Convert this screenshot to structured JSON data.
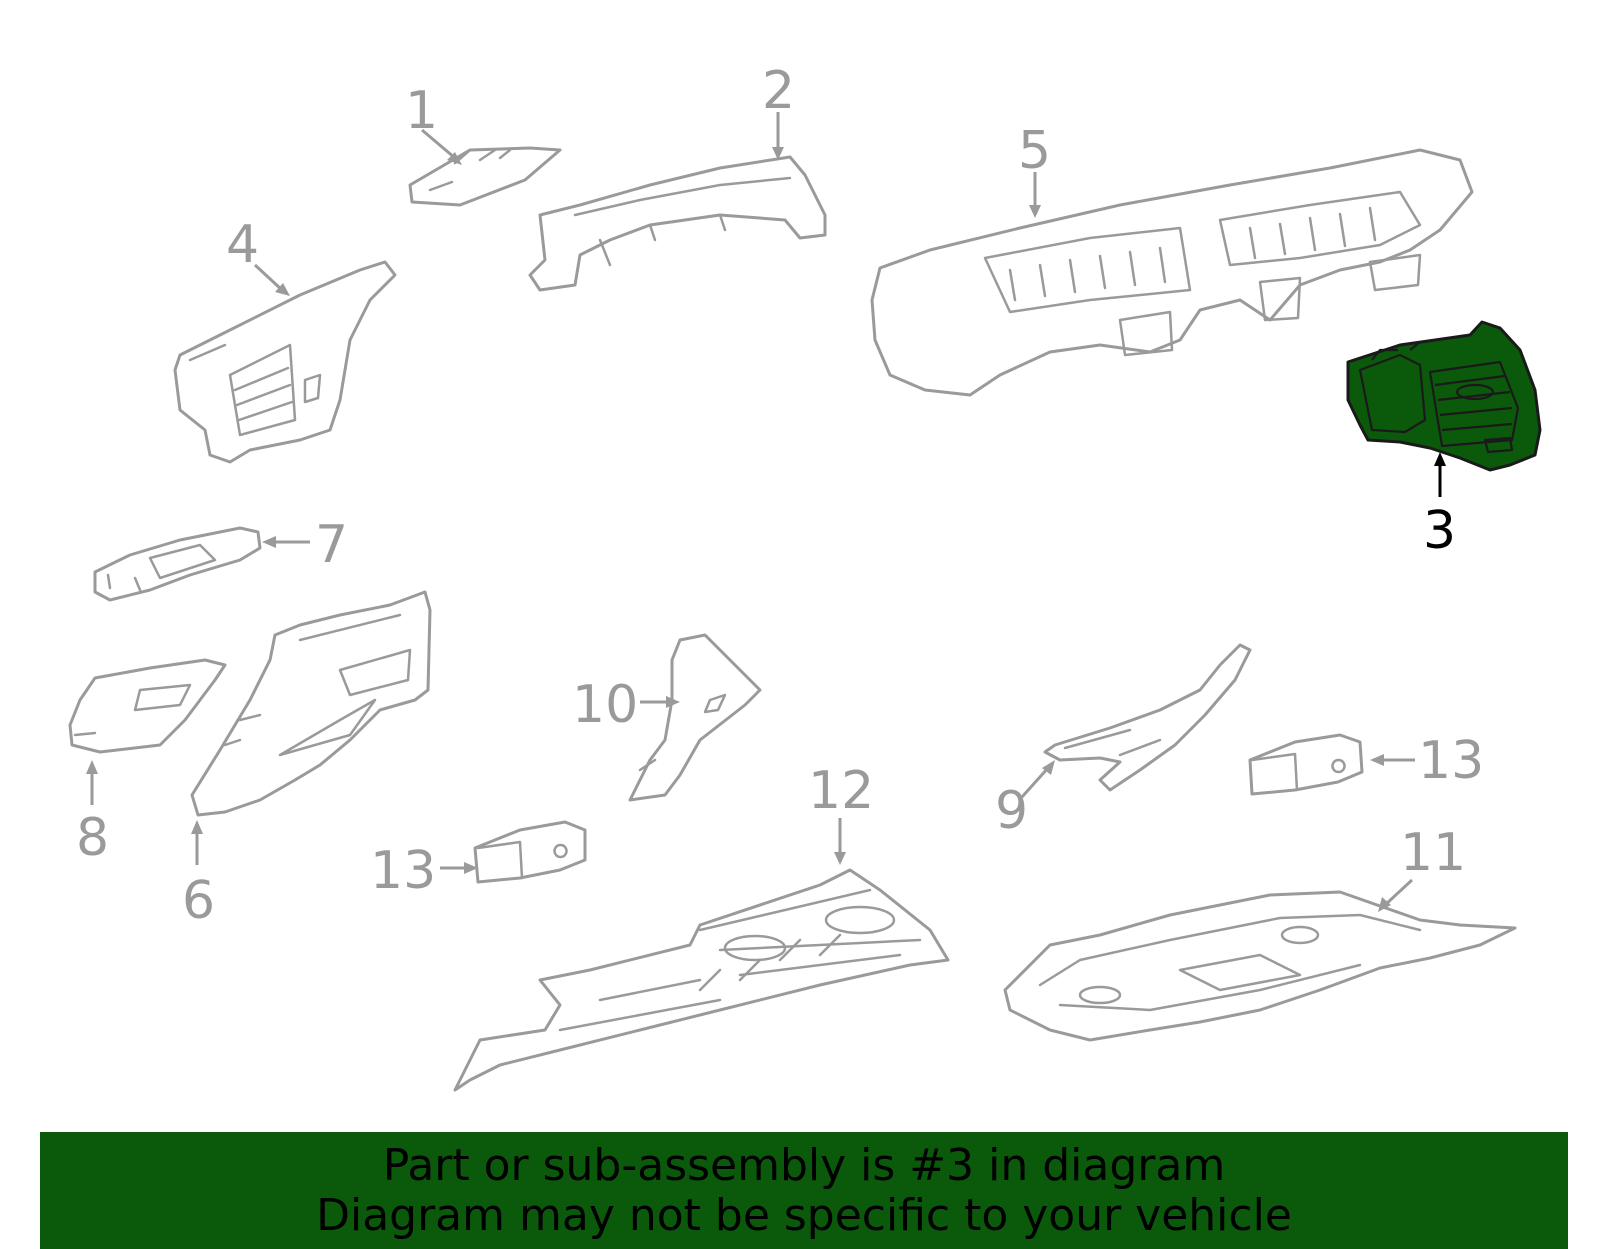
{
  "diagram": {
    "callouts": [
      {
        "id": "1",
        "label": "1",
        "highlight": false
      },
      {
        "id": "2",
        "label": "2",
        "highlight": false
      },
      {
        "id": "3",
        "label": "3",
        "highlight": true
      },
      {
        "id": "4",
        "label": "4",
        "highlight": false
      },
      {
        "id": "5",
        "label": "5",
        "highlight": false
      },
      {
        "id": "6",
        "label": "6",
        "highlight": false
      },
      {
        "id": "7",
        "label": "7",
        "highlight": false
      },
      {
        "id": "8",
        "label": "8",
        "highlight": false
      },
      {
        "id": "9",
        "label": "9",
        "highlight": false
      },
      {
        "id": "10",
        "label": "10",
        "highlight": false
      },
      {
        "id": "11",
        "label": "11",
        "highlight": false
      },
      {
        "id": "12",
        "label": "12",
        "highlight": false
      },
      {
        "id": "13a",
        "label": "13",
        "highlight": false
      },
      {
        "id": "13b",
        "label": "13",
        "highlight": false
      }
    ]
  },
  "banner": {
    "line1": "Part or sub-assembly is #3 in diagram",
    "line2": "Diagram may not be specific to your vehicle"
  },
  "colors": {
    "banner_bg": "#0b5a0b",
    "highlight_fill": "#0b5a0b",
    "line_gray": "#9a9a9a"
  }
}
